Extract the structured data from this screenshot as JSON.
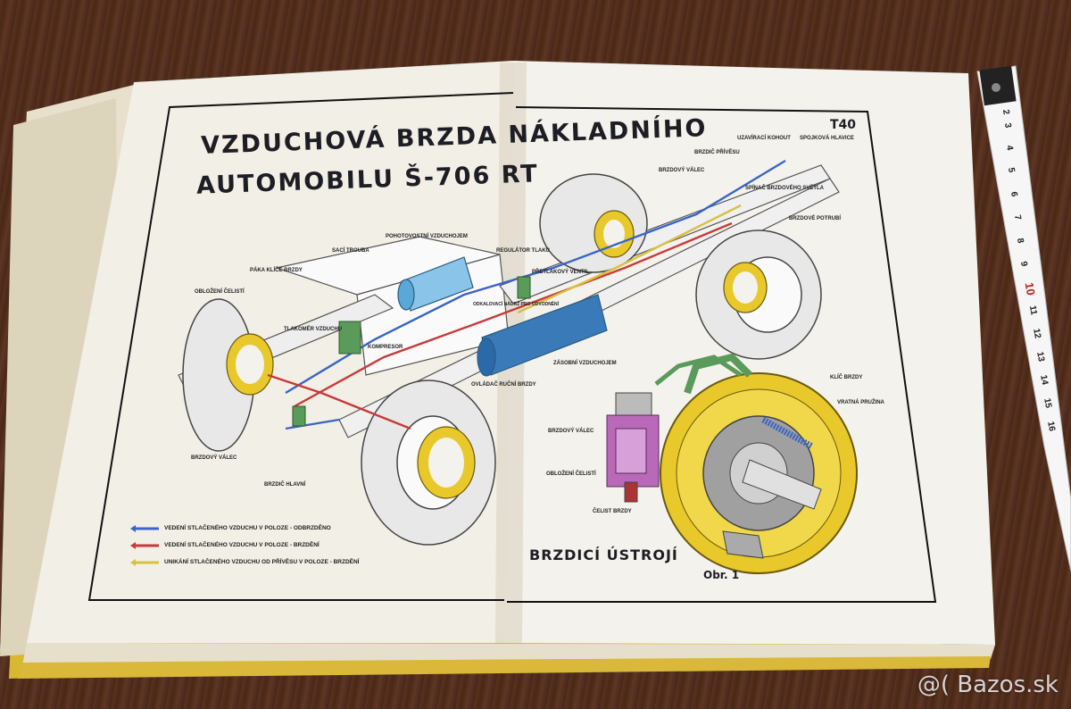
{
  "page_left": {
    "title_line1": "VZDUCHOVÁ BRZDA NÁKLADNÍHO",
    "title_line2": "AUTOMOBILU Š-706 RT"
  },
  "page_right": {
    "plate_code": "T40",
    "subtitle": "BRZDICÍ ÚSTROJÍ",
    "figure_label": "Obr. 1"
  },
  "truck_labels": {
    "sani_trouba": "SACÍ TROUBA",
    "pohotovostni_vzduchojem": "POHOTOVOSTNÍ VZDUCHOJEM",
    "paka_klic_brzdy": "PÁKA KLÍČE BRZDY",
    "oblozeni_celisti": "OBLOŽENÍ ČELISTÍ",
    "tlakomer_vzduchu": "TLAKOMĚR VZDUCHU",
    "kompresor": "KOMPRESOR",
    "brzdovy_valec": "BRZDOVÝ VÁLEC",
    "brzdic_hlavni": "BRZDIČ HLAVNÍ",
    "regulator_tlaku": "REGULÁTOR TLAKU",
    "pretlakovy_ventil": "PŘETLAKOVÝ VENTIL",
    "nadrzka_pro_odvodneni": "ODKALOVACÍ NÁDRŽ PRO ODVODNĚNÍ",
    "zasobni_vzduchojem": "ZÁSOBNÍ VZDUCHOJEM",
    "ovladac_rucni_brzdy": "OVLÁDAČ RUČNÍ BRZDY",
    "brzdic_privesu": "BRZDIČ PŘÍVĚSU",
    "brzdovy_valec_2": "BRZDOVÝ VÁLEC",
    "spinac_brzdoveho_svetla": "SPÍNAČ BRZDOVÉHO SVĚTLA",
    "brzdove_potrubi": "BRZDOVÉ POTRUBÍ",
    "uzaviraci_kohout": "UZAVÍRACÍ KOHOUT",
    "spojkova_hlavice": "SPOJKOVÁ HLAVICE"
  },
  "drum_labels": {
    "brzdovy_valec": "BRZDOVÝ VÁLEC",
    "oblozeni_celisti": "OBLOŽENÍ ČELISTÍ",
    "celist_brzdy": "ČELIST BRZDY",
    "klic_brzdy": "KLÍČ BRZDY",
    "vratna_pruzina": "VRATNÁ PRUŽINA"
  },
  "legend": [
    {
      "text": "VEDENÍ STLAČENÉHO VZDUCHU V POLOZE - ODBRZDĚNO",
      "color": "#3a64c8"
    },
    {
      "text": "VEDENÍ STLAČENÉHO VZDUCHU V POLOZE - BRZDĚNÍ",
      "color": "#c83a3a"
    },
    {
      "text": "UNIKÁNÍ STLAČENÉHO VZDUCHU OD PŘÍVĚSU V POLOZE - BRZDĚNÍ",
      "color": "#d8c040"
    }
  ],
  "ruler_numbers": [
    "2",
    "3",
    "4",
    "5",
    "6",
    "7",
    "8",
    "9",
    "10",
    "11",
    "12",
    "13",
    "14",
    "15",
    "16"
  ],
  "watermark": "@( Bazos.sk",
  "colors": {
    "brake_yellow": "#e8c82a",
    "tank_blue": "#5aa8d8",
    "valve_green": "#5a9a5a",
    "cylinder_purple": "#b86ab8"
  }
}
